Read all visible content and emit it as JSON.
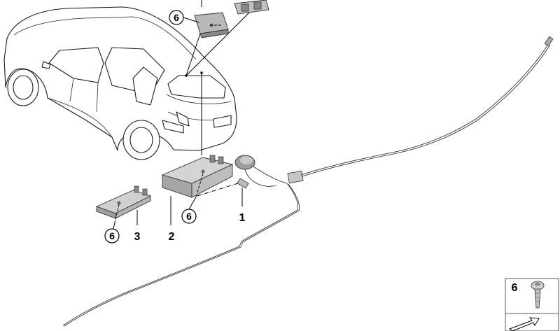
{
  "callouts": {
    "screw_top": "6",
    "screw_left_module": "6",
    "screw_center_module": "6",
    "part_1": "1",
    "part_2": "2",
    "part_3": "3"
  },
  "legend": {
    "part_number": "6",
    "screw_icon": "screw-icon",
    "arrow_icon": "arrow-icon"
  },
  "colors": {
    "line": "#000000",
    "part_fill": "#c8c8c8",
    "part_dark": "#9a9a9a"
  }
}
